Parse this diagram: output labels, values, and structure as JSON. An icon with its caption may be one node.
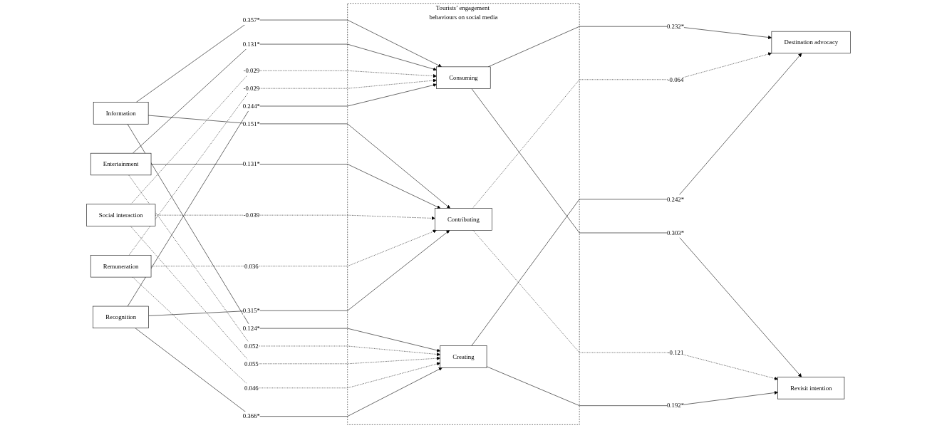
{
  "diagram": {
    "nodes": [
      {
        "text": [
          "Information"
        ]
      },
      {
        "text": [
          "Entertainment"
        ]
      },
      {
        "text": [
          "Social interaction"
        ]
      },
      {
        "text": [
          "Remuneration"
        ]
      },
      {
        "text": [
          "Recognition"
        ]
      },
      {
        "text": [
          "Tourists’ engagement behaviours on social media"
        ]
      },
      {
        "text": [
          "Consuming"
        ],
        "in": 5
      },
      {
        "text": [
          "Contributing"
        ],
        "in": 5
      },
      {
        "text": [
          "Creating"
        ],
        "in": 5
      },
      {
        "text": [
          "Destination advocacy"
        ]
      },
      {
        "text": [
          "Revisit intention"
        ]
      }
    ],
    "edges": [
      {
        "from": 0,
        "to": 6,
        "arrow": "to",
        "label": "0.357*"
      },
      {
        "from": 0,
        "to": 7,
        "arrow": "to",
        "label": "0.151*"
      },
      {
        "from": 0,
        "to": 8,
        "arrow": "to",
        "label": "0.124*"
      },
      {
        "from": 1,
        "to": 6,
        "arrow": "to",
        "label": "0.131*"
      },
      {
        "from": 1,
        "to": 7,
        "arrow": "to",
        "label": "0.131*"
      },
      {
        "from": 1,
        "to": 8,
        "arrow": "to",
        "label": "0.052",
        "style": "dashed"
      },
      {
        "from": 2,
        "to": 6,
        "arrow": "to",
        "label": "-0.029",
        "style": "dashed"
      },
      {
        "from": 2,
        "to": 7,
        "arrow": "to",
        "label": "-0.039",
        "style": "dashed"
      },
      {
        "from": 2,
        "to": 8,
        "arrow": "to",
        "label": "0.055",
        "style": "dashed"
      },
      {
        "from": 3,
        "to": 6,
        "arrow": "to",
        "label": "-0.029",
        "style": "dashed"
      },
      {
        "from": 3,
        "to": 7,
        "arrow": "to",
        "label": "0.036",
        "style": "dashed"
      },
      {
        "from": 3,
        "to": 8,
        "arrow": "to",
        "label": "0.046",
        "style": "dashed"
      },
      {
        "from": 4,
        "to": 6,
        "arrow": "to",
        "label": "0.244*"
      },
      {
        "from": 4,
        "to": 7,
        "arrow": "to",
        "label": "0.315*"
      },
      {
        "from": 4,
        "to": 8,
        "arrow": "to",
        "label": "0.366*"
      },
      {
        "from": 6,
        "to": 9,
        "arrow": "to",
        "label": "0.232*"
      },
      {
        "from": 6,
        "to": 10,
        "arrow": "to",
        "label": "0.303*"
      },
      {
        "from": 7,
        "to": 9,
        "arrow": "to",
        "label": "-0.064",
        "style": "dashed"
      },
      {
        "from": 7,
        "to": 10,
        "arrow": "to",
        "label": "-0.121",
        "style": "dashed"
      },
      {
        "from": 8,
        "to": 9,
        "arrow": "to",
        "label": "0.242*"
      },
      {
        "from": 8,
        "to": 10,
        "arrow": "to",
        "label": "0.192*"
      }
    ]
  }
}
